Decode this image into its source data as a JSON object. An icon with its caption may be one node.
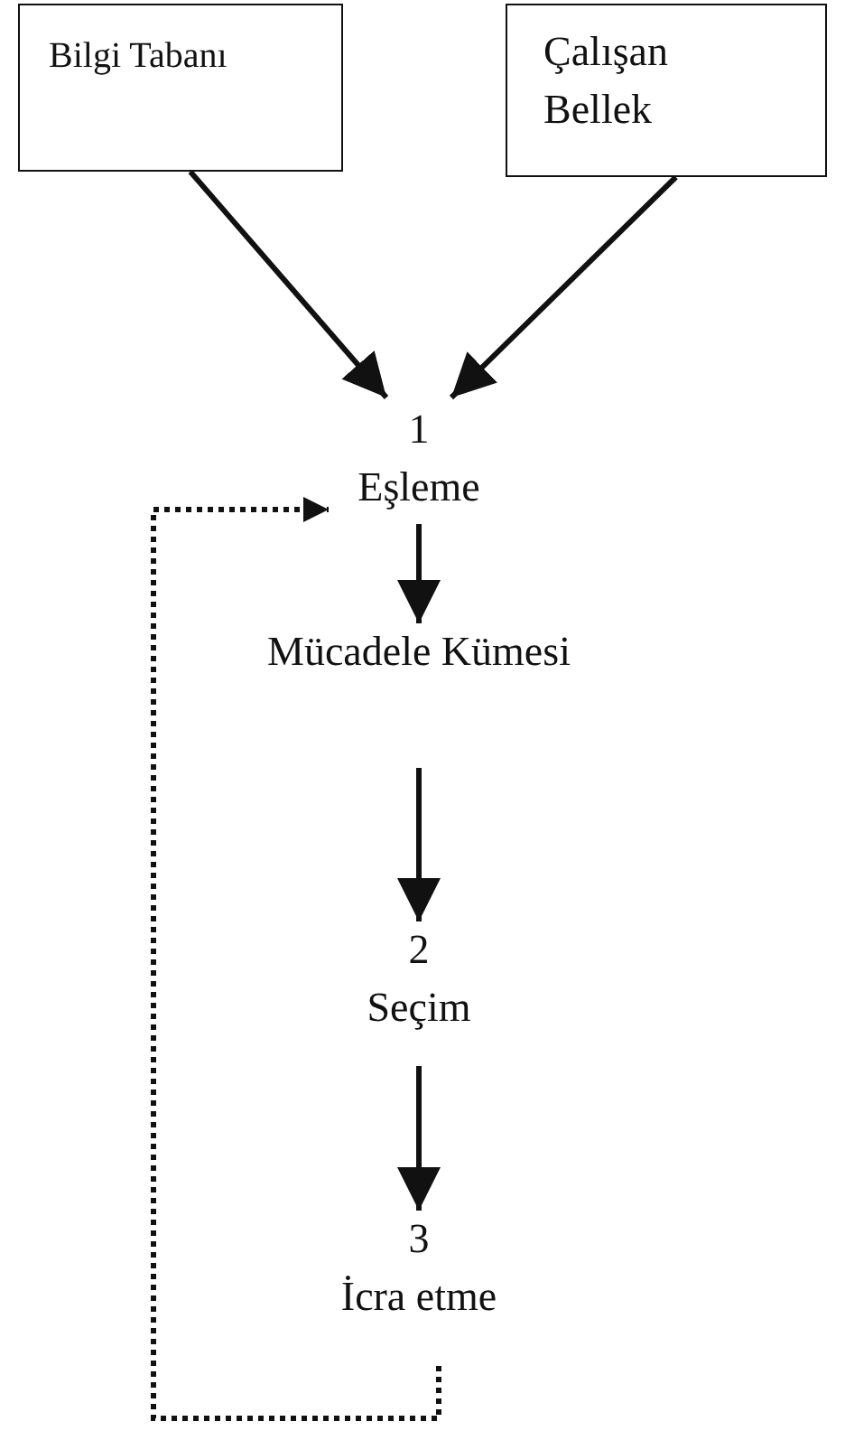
{
  "diagram": {
    "nodes": [
      {
        "text": [
          "Bilgi Tabanı"
        ]
      },
      {
        "text": [
          "Çalışan Bellek"
        ]
      },
      {
        "text": [
          "1",
          "Eşleme"
        ]
      },
      {
        "text": [
          "Mücadele Kümesi"
        ]
      },
      {
        "text": [
          "2",
          "Seçim"
        ]
      },
      {
        "text": [
          "3",
          "İcra etme"
        ]
      }
    ],
    "edges": [
      {
        "from": 0,
        "to": 2,
        "arrow": "to"
      },
      {
        "from": 1,
        "to": 2,
        "arrow": "to"
      },
      {
        "from": 2,
        "to": 3,
        "arrow": "to"
      },
      {
        "from": 3,
        "to": 4,
        "arrow": "to"
      },
      {
        "from": 4,
        "to": 5,
        "arrow": "to"
      },
      {
        "from": 5,
        "to": 2,
        "arrow": "to",
        "style": "dashed"
      }
    ]
  }
}
